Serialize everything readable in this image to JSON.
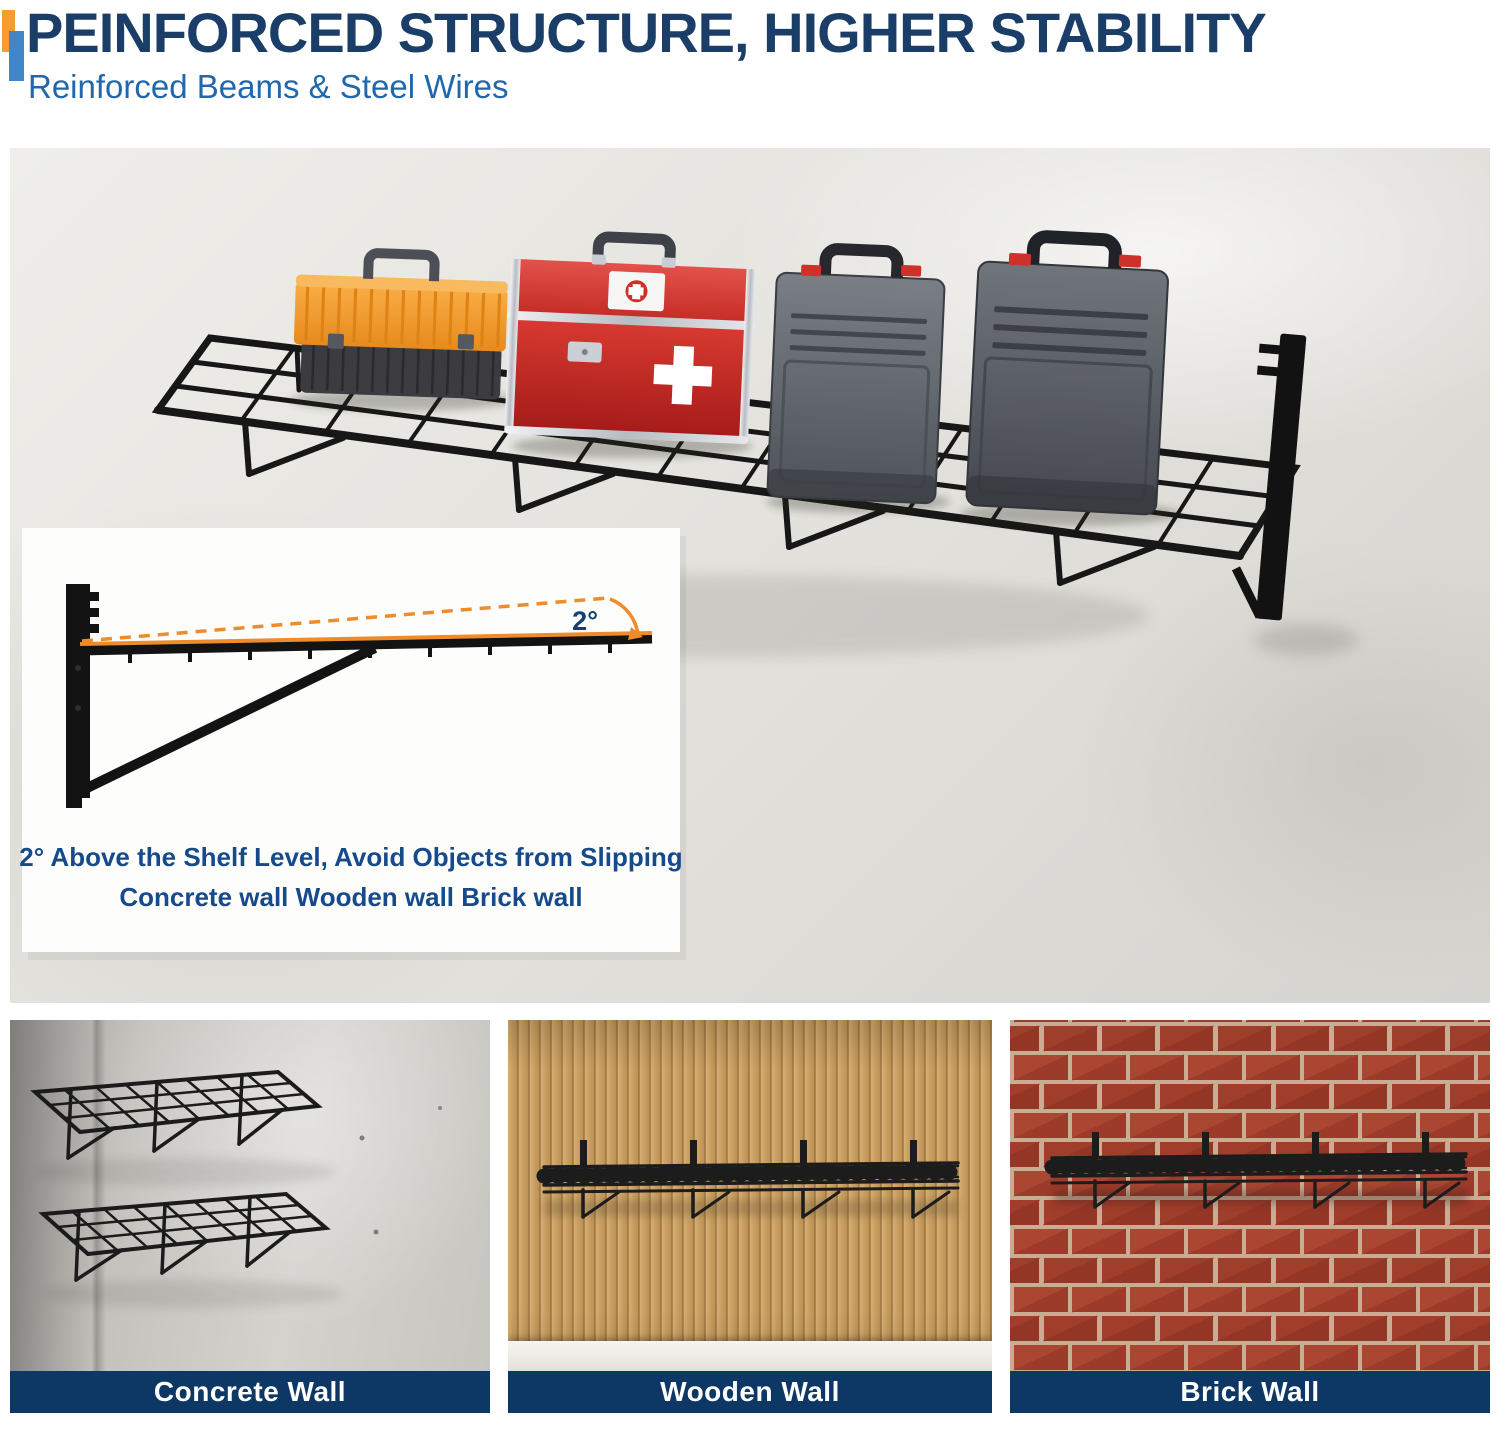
{
  "header": {
    "title": "PEINFORCED STRUCTURE, HIGHER STABILITY",
    "subtitle": "Reinforced Beams & Steel Wires"
  },
  "hero": {
    "inset": {
      "angle_label": "2°",
      "caption_line1": "2° Above the Shelf Level, Avoid Objects from Slipping",
      "caption_line2": "Concrete wall Wooden wall Brick wall"
    }
  },
  "gallery": [
    {
      "label": "Concrete Wall"
    },
    {
      "label": "Wooden Wall"
    },
    {
      "label": "Brick Wall"
    }
  ],
  "colors": {
    "title": "#1a3e68",
    "subtitle": "#2067ae",
    "accent_orange": "#f59c33",
    "accent_blue": "#4186c6",
    "caption_bar": "#0d3765",
    "diagram_orange": "#ee8b2b",
    "shelf_black": "#171717"
  }
}
